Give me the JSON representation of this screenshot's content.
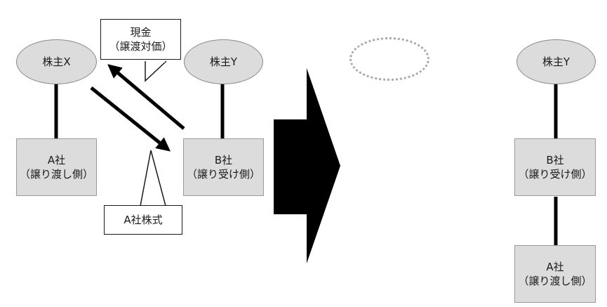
{
  "left": {
    "shareholder_x": "株主X",
    "shareholder_y": "株主Y",
    "company_a": {
      "name": "A社",
      "role": "（譲り渡し側）"
    },
    "company_b": {
      "name": "B社",
      "role": "（譲り受け側）"
    },
    "cash_callout": {
      "line1": "現金",
      "line2": "（譲渡対価）"
    },
    "shares_callout": "A社株式"
  },
  "right": {
    "shareholder_y": "株主Y",
    "company_b": {
      "name": "B社",
      "role": "（譲り受け側）"
    },
    "company_a": {
      "name": "A社",
      "role": "（譲り渡し側）"
    }
  },
  "colors": {
    "node_fill": "#dcdcdc",
    "line": "#000000",
    "dotted": "#a9a9a9"
  }
}
